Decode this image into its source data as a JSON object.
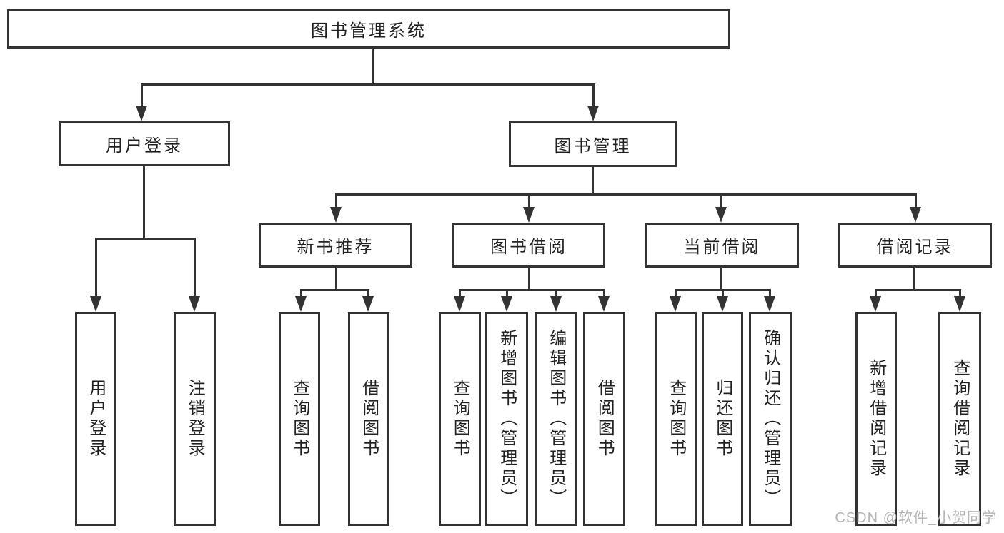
{
  "diagram": {
    "title": "图书管理系统",
    "level2": [
      {
        "label": "用户登录"
      },
      {
        "label": "图书管理"
      }
    ],
    "level3": [
      {
        "label": "新书推荐",
        "parent": "图书管理"
      },
      {
        "label": "图书借阅",
        "parent": "图书管理"
      },
      {
        "label": "当前借阅",
        "parent": "图书管理"
      },
      {
        "label": "借阅记录",
        "parent": "图书管理"
      }
    ],
    "leaves": [
      {
        "label": "用户登录",
        "parent": "用户登录"
      },
      {
        "label": "注销登录",
        "parent": "用户登录"
      },
      {
        "label": "查询图书",
        "parent": "新书推荐"
      },
      {
        "label": "借阅图书",
        "parent": "新书推荐"
      },
      {
        "label": "查询图书",
        "parent": "图书借阅"
      },
      {
        "label": "新增图书（管理员）",
        "parent": "图书借阅"
      },
      {
        "label": "编辑图书（管理员）",
        "parent": "图书借阅"
      },
      {
        "label": "借阅图书",
        "parent": "图书借阅"
      },
      {
        "label": "查询图书",
        "parent": "当前借阅"
      },
      {
        "label": "归还图书",
        "parent": "当前借阅"
      },
      {
        "label": "确认归还（管理员）",
        "parent": "当前借阅"
      },
      {
        "label": "新增借阅记录",
        "parent": "借阅记录"
      },
      {
        "label": "查询借阅记录",
        "parent": "借阅记录"
      }
    ]
  },
  "watermark": {
    "text": "CSDN @软件_小贺同学"
  },
  "colors": {
    "line": "#333333",
    "text": "#222222",
    "background": "#ffffff",
    "watermark": "#b5b5b5"
  }
}
